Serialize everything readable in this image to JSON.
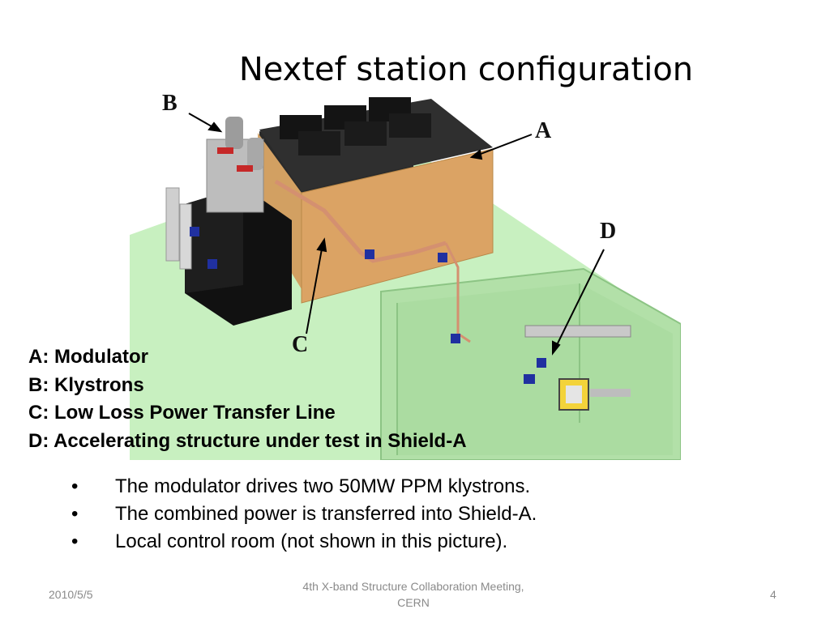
{
  "slide": {
    "title": "Nextef station configuration",
    "figure": {
      "labels": {
        "a": "A",
        "b": "B",
        "c": "C",
        "d": "D"
      }
    },
    "legend": [
      "A: Modulator",
      "B: Klystrons",
      "C: Low Loss Power Transfer Line",
      "D: Accelerating structure under test in Shield-A"
    ],
    "bullets": [
      "The modulator drives two 50MW PPM klystrons.",
      "The combined power is transferred into Shield-A.",
      "Local control room (not shown in this picture)."
    ],
    "bullet_symbol": "•",
    "footer": {
      "date": "2010/5/5",
      "center_line1": "4th X-band Structure Collaboration Meeting,",
      "center_line2": "CERN",
      "page": "4"
    }
  }
}
